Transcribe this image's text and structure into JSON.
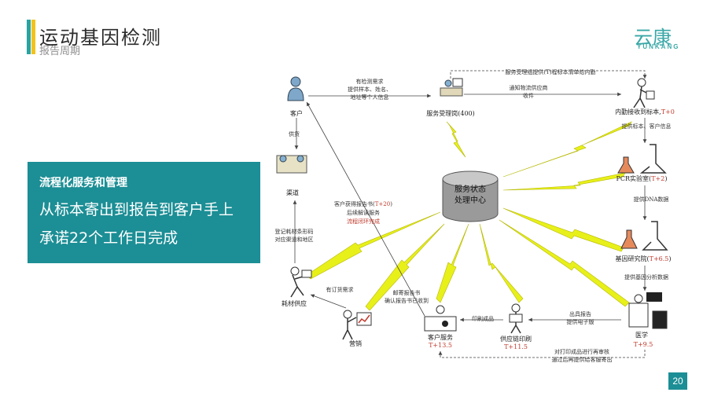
{
  "header": {
    "title": "运动基因检测",
    "subtitle": "报告周期"
  },
  "logo": {
    "cn": "云康",
    "en": "YUNKANG"
  },
  "promo": {
    "title": "流程化服务和管理",
    "line1": "从标本寄出到报告到客户手上",
    "line2": "承诺22个工作日完成"
  },
  "page_number": "20",
  "diagram": {
    "center": {
      "line1": "服务状态",
      "line2": "处理中心"
    },
    "nodes": {
      "customer": "客户",
      "channel": "渠道",
      "supplies": "耗材供应",
      "marketing": "营销",
      "service_desk": "服务受理岗(400)",
      "logistics": "内勤接收到标本,",
      "logistics_time": "T+0",
      "pcr": "PCR实验室(",
      "pcr_time": "T+2",
      "pcr_close": ")",
      "research": "基因研究院(",
      "research_time": "T+6.5",
      "research_close": ")",
      "medical": "医学",
      "medical_time": "T+9.5",
      "print": "供应链印刷",
      "print_time": "T+11.5",
      "cust_service": "客户服务",
      "cust_service_time": "T+13.5"
    },
    "labels": {
      "need1": "有检测需求",
      "need2": "提供样本、姓名、",
      "need3": "地址等个人信息",
      "top_dashed": "服务受理组提供(T)程标本清单给内勤",
      "notify1": "通知物流供应商",
      "notify2": "收件",
      "provide_sample": "提供标本、客户信息",
      "dna": "提供DNA数据",
      "gene_analysis": "提供基因分析数据",
      "report1": "出具报告",
      "report2": "提供电子版",
      "printed": "印刷成品",
      "review1": "对打印成品进行再审核",
      "review2": "通过后再提供给客服寄出",
      "supply": "供货",
      "register1": "登记耗材条形码",
      "register2": "对应渠道和地区",
      "order": "有订货需求",
      "mail1": "邮寄报告书",
      "mail2": "确认报告书已收到",
      "receive1": "客户获得报告书(",
      "receive1_time": "T+20",
      "receive1_close": ")",
      "receive2": "后续解读服务",
      "receive3": "流程闭环完成"
    }
  },
  "colors": {
    "accent_teal": "#1c8e95",
    "accent_yellow": "#f3c21b",
    "lightning": "#e8f01a",
    "highlight_red": "#c0392b"
  }
}
